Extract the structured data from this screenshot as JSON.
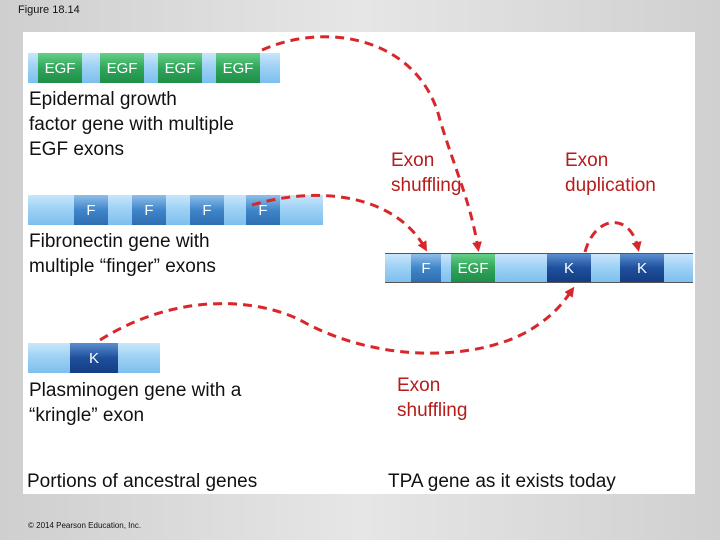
{
  "figure_label": "Figure 18.14",
  "copyright": "© 2014 Pearson Education, Inc.",
  "egf_gene": {
    "exons": [
      "EGF",
      "EGF",
      "EGF",
      "EGF"
    ],
    "label": "Epidermal growth\nfactor gene with multiple\nEGF exons"
  },
  "fibronectin_gene": {
    "exons": [
      "F",
      "F",
      "F",
      "F"
    ],
    "label": "Fibronectin gene with\nmultiple “finger” exons"
  },
  "plasminogen_gene": {
    "exons": [
      "K"
    ],
    "label": "Plasminogen gene with a\n“kringle” exon"
  },
  "tpa_gene": {
    "exons": [
      "F",
      "EGF",
      "K",
      "K"
    ]
  },
  "annotations": {
    "exon_shuffling_top": "Exon\nshuffling",
    "exon_duplication": "Exon\nduplication",
    "exon_shuffling_bottom": "Exon\nshuffling"
  },
  "captions": {
    "left": "Portions of ancestral genes",
    "right": "TPA gene as it exists today"
  },
  "colors": {
    "egf_exon": "#2fa65a",
    "finger_exon": "#3f86cb",
    "kringle_exon": "#1f4f9c",
    "gene_background": "#9fd2f5",
    "arrow": "#d9262b",
    "annotation_text": "#b51c1c"
  }
}
